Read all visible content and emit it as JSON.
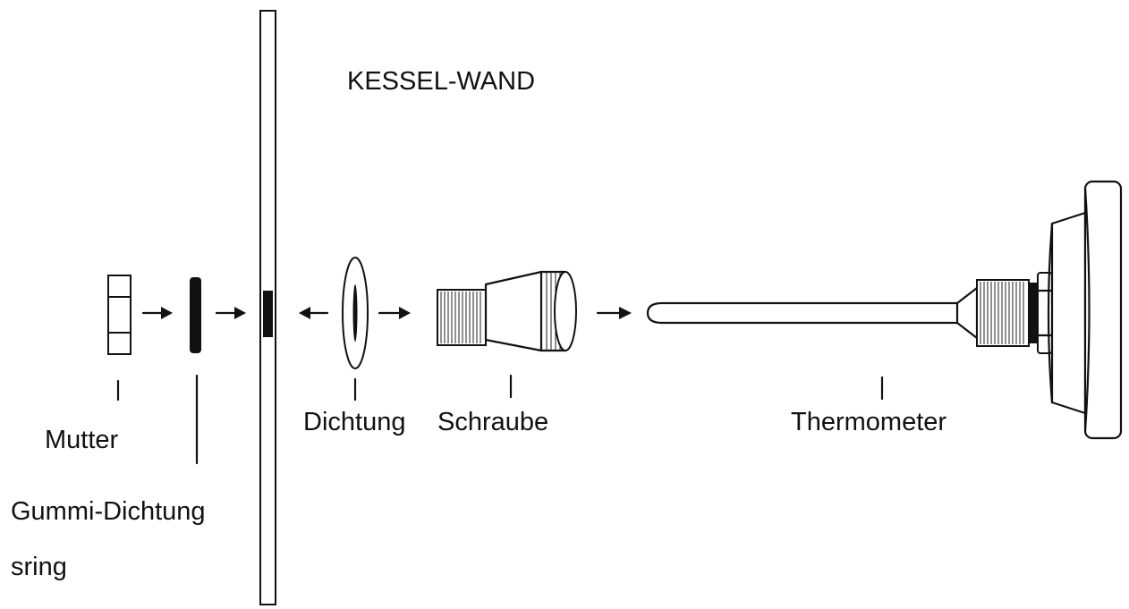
{
  "diagram": {
    "title": "KESSEL-WAND",
    "parts": {
      "nut": "Mutter",
      "rubber_gasket_line1": "Gummi-Dichtung",
      "rubber_gasket_line2": "sring",
      "gasket": "Dichtung",
      "screw": "Schraube",
      "thermometer": "Thermometer"
    },
    "colors": {
      "line": "#111111",
      "background": "#ffffff"
    }
  }
}
